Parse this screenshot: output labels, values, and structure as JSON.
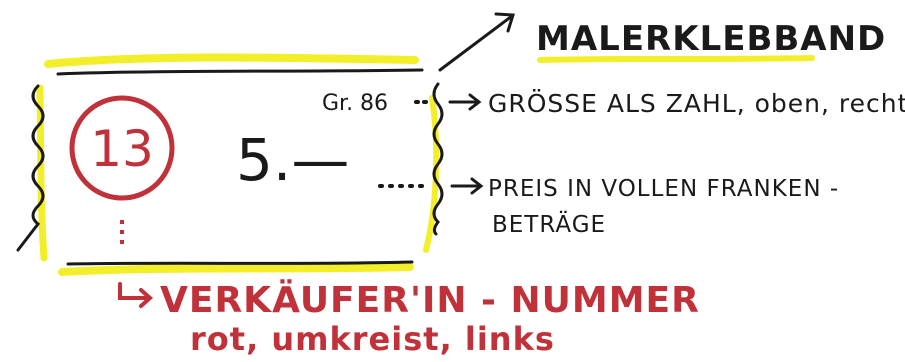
{
  "tape": {
    "title": "MALERKLEBBAND",
    "size_label": "Gr. 86",
    "size_note": "GRÖSSE ALS ZAHL, oben, rechts",
    "price_value": "5.—",
    "price_note_line1": "PREIS IN VOLLEN FRANKEN -",
    "price_note_line2": "BETRÄGE",
    "seller_number": "13"
  },
  "seller_note": {
    "line1": "VERKÄUFER'IN - NUMMER",
    "line2": "rot, umkreist, links"
  },
  "colors": {
    "ink": "#1a1a1a",
    "red": "#c0313a",
    "highlight": "#f3ee2a"
  }
}
